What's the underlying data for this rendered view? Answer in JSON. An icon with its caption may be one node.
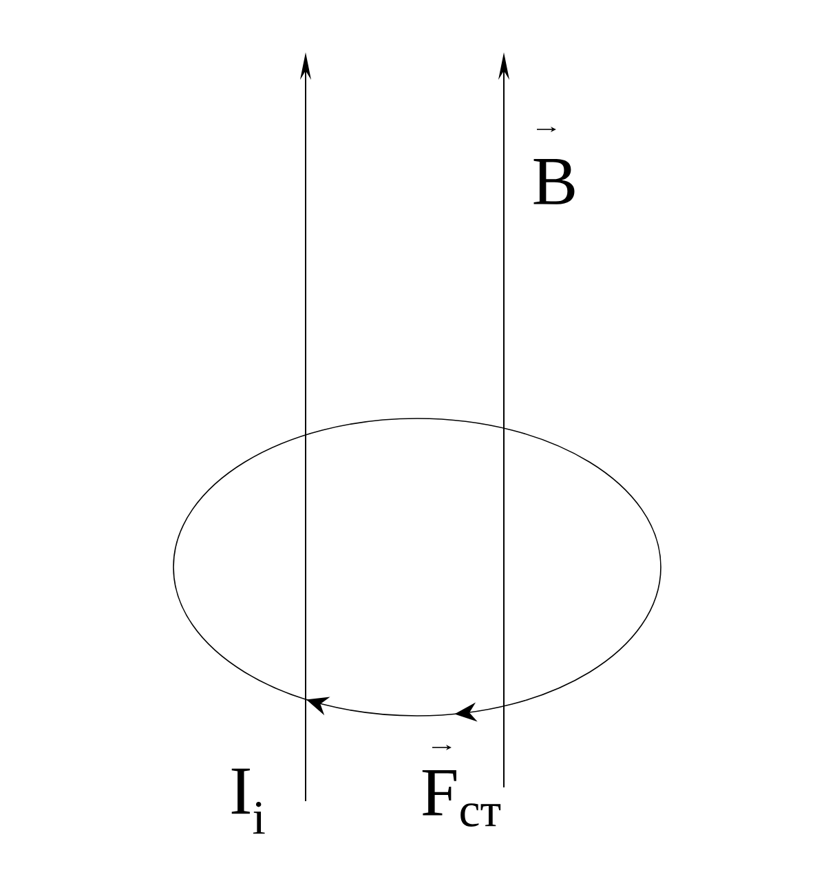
{
  "diagram": {
    "labels": [
      "B",
      "I$_{i}$",
      "F$_{ст}$"
    ]
  }
}
